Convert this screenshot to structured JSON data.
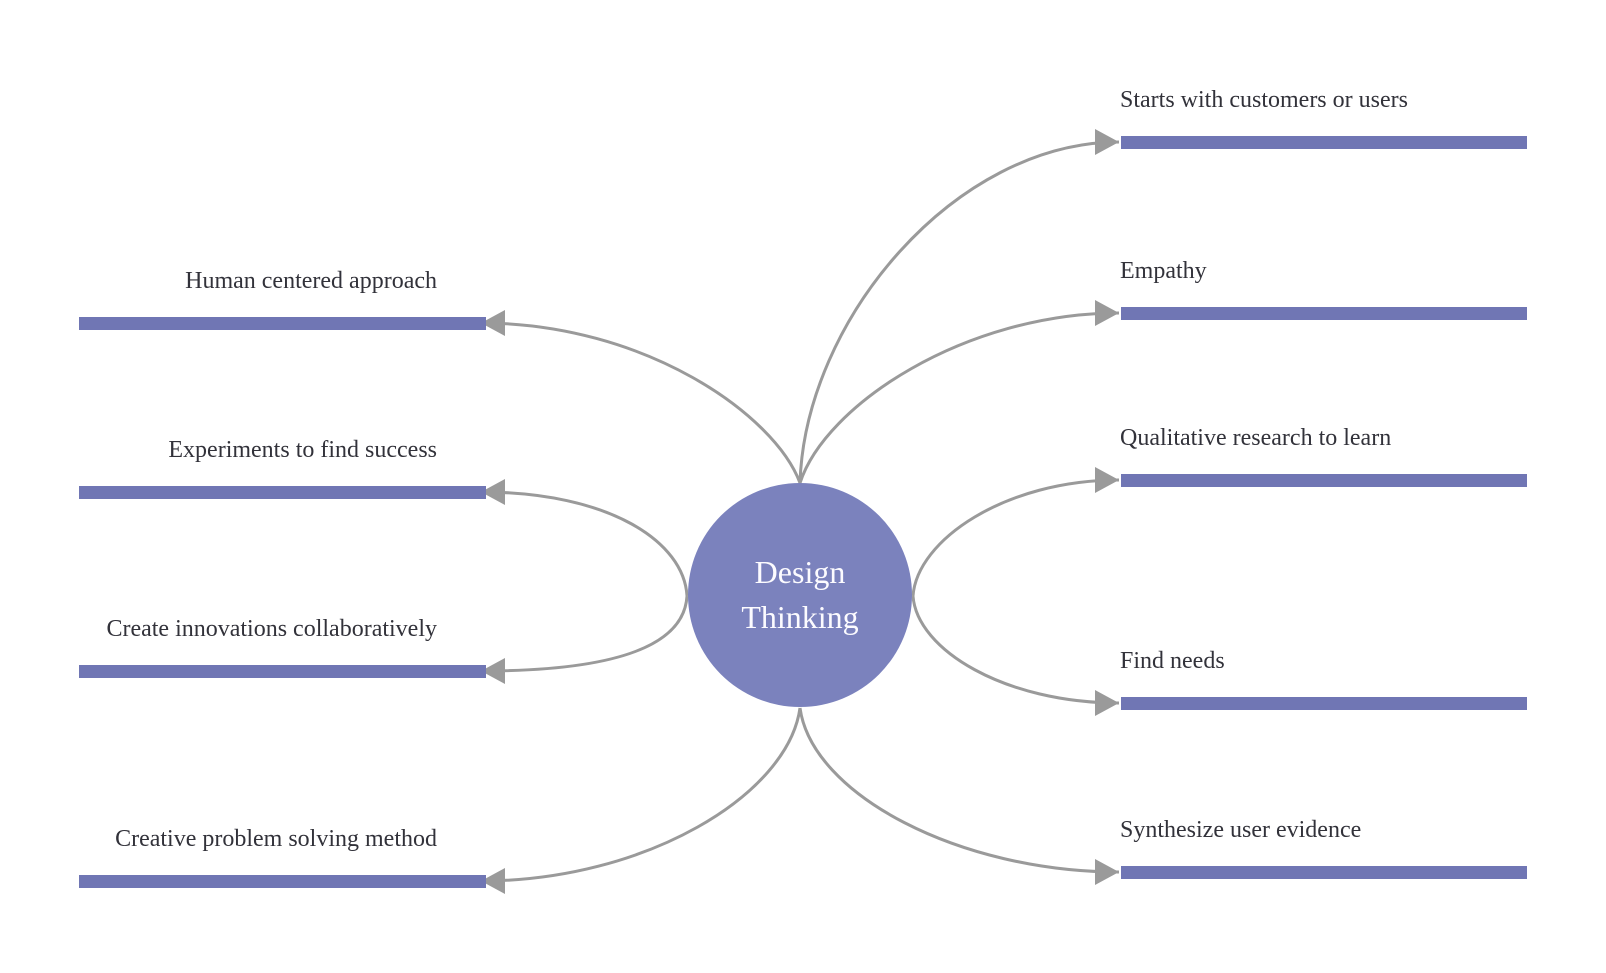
{
  "diagram": {
    "title": "Design Thinking",
    "center": {
      "label": "Design Thinking"
    },
    "left_branches": [
      {
        "label": "Human centered approach"
      },
      {
        "label": "Experiments to find success"
      },
      {
        "label": "Create innovations collaboratively"
      },
      {
        "label": "Creative problem solving method"
      }
    ],
    "right_branches": [
      {
        "label": "Starts with customers or users"
      },
      {
        "label": "Empathy"
      },
      {
        "label": "Qualitative research to learn"
      },
      {
        "label": "Find needs"
      },
      {
        "label": "Synthesize user evidence"
      }
    ],
    "colors": {
      "branch_bar": "#7076b4",
      "center_node": "#7b82bd",
      "connector": "#9a9a9a",
      "arrowhead": "#9a9a9a",
      "label_text": "#32323a",
      "center_text": "#fcfbff",
      "background": "#ffffff"
    }
  }
}
